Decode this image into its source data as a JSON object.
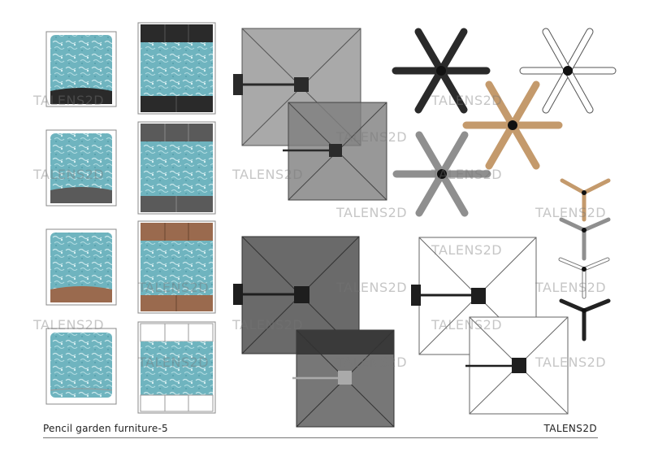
{
  "caption": "Pencil garden furniture-5",
  "brand": "TALENS2D",
  "watermark": "TALENS2D",
  "colors": {
    "pool": "#6fb4bf",
    "pool_light": "#a9d6dc",
    "black": "#2a2a2a",
    "dark_gray": "#555555",
    "wood": "#9a6a4e",
    "light_wood": "#c49a6c",
    "umbrella_gray": "#8a8a8a",
    "umbrella_dark": "#6a6a6a",
    "mid_gray": "#8f8f8f"
  },
  "icons": [
    "loungechair-icon",
    "double-lounger-icon",
    "square-umbrella-icon",
    "six-arm-umbrella-icon",
    "three-arm-umbrella-icon"
  ]
}
